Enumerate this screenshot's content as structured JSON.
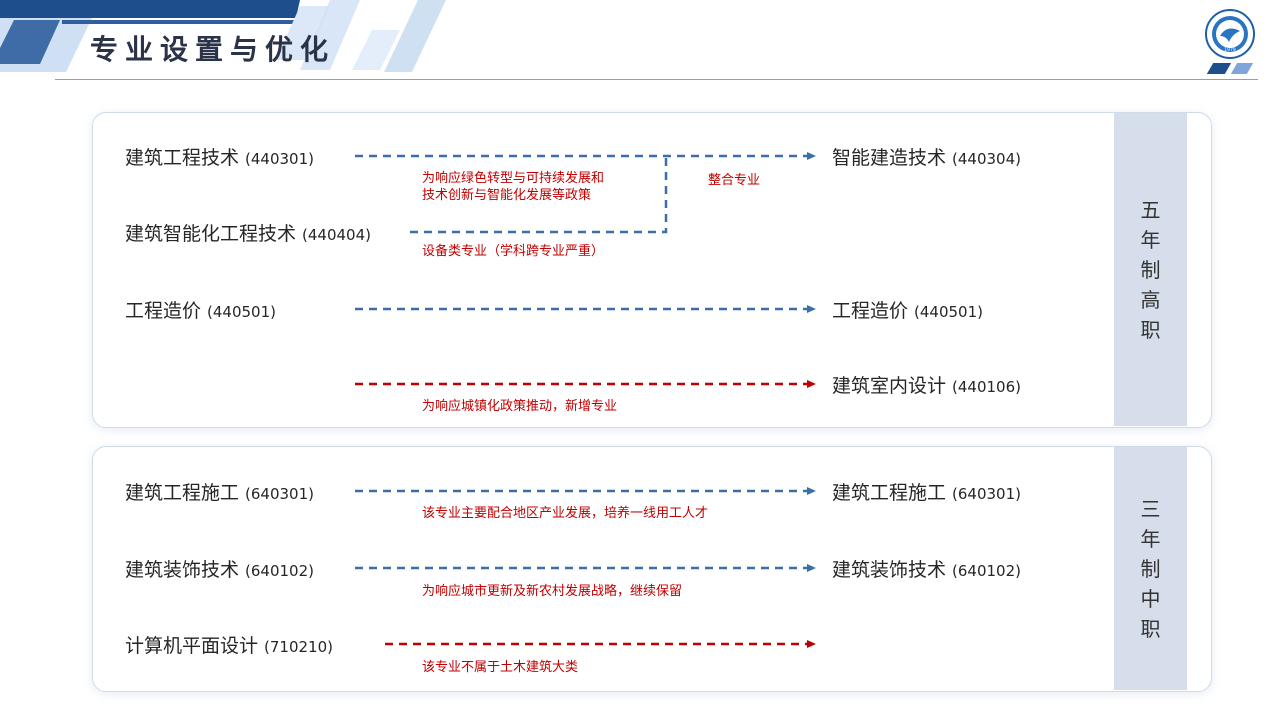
{
  "header": {
    "title": "专业设置与优化",
    "colors": {
      "primary": "#1f4e8c",
      "accent": "#7fa6d9",
      "light": "#cfe0f5"
    }
  },
  "logo": {
    "icon": "school-logo-icon",
    "year": "1979"
  },
  "sections": {
    "five_year": {
      "label": [
        "五",
        "年",
        "制",
        "高",
        "职"
      ],
      "rows": [
        {
          "from_name": "建筑工程技术",
          "from_code": "(440301)",
          "to_name": "智能建造技术",
          "to_code": "(440304)",
          "note": "为响应绿色转型与可持续发展和",
          "note2": "技术创新与智能化发展等政策"
        },
        {
          "from_name": "建筑智能化工程技术",
          "from_code": "(440404)",
          "note": "设备类专业（学科跨专业严重）",
          "merge_note": "整合专业"
        },
        {
          "from_name": "工程造价",
          "from_code": "(440501)",
          "to_name": "工程造价",
          "to_code": "(440501)"
        },
        {
          "to_name": "建筑室内设计",
          "to_code": "(440106)",
          "note": "为响应城镇化政策推动，新增专业"
        }
      ]
    },
    "three_year": {
      "label": [
        "三",
        "年",
        "制",
        "中",
        "职"
      ],
      "rows": [
        {
          "from_name": "建筑工程施工",
          "from_code": "(640301)",
          "to_name": "建筑工程施工",
          "to_code": "(640301)",
          "note": "该专业主要配合地区产业发展，培养一线用工人才"
        },
        {
          "from_name": "建筑装饰技术",
          "from_code": "(640102)",
          "to_name": "建筑装饰技术",
          "to_code": "(640102)",
          "note": "为响应城市更新及新农村发展战略，继续保留"
        },
        {
          "from_name": "计算机平面设计",
          "from_code": "(710210)",
          "note": "该专业不属于土木建筑大类"
        }
      ]
    }
  },
  "arrow_colors": {
    "blue": "#3a6fa8",
    "red": "#c00000"
  }
}
